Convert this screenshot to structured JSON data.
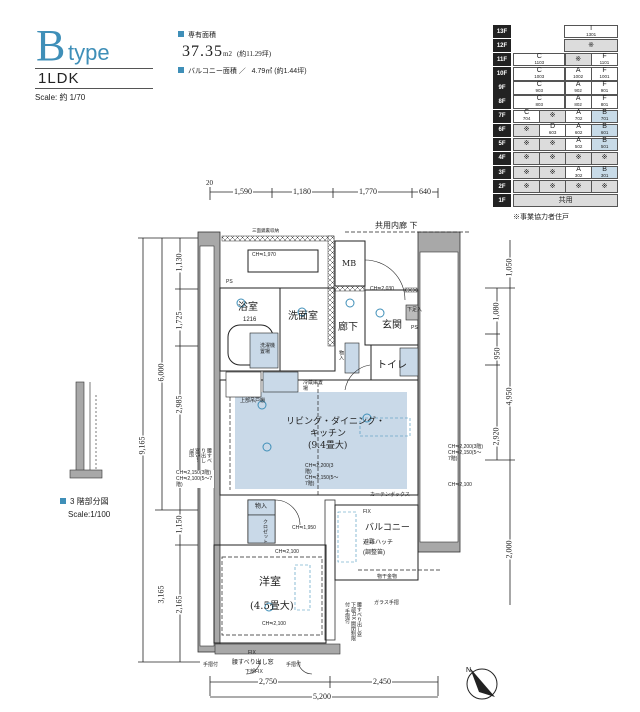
{
  "header": {
    "type_letter": "B",
    "type_word": "type",
    "layout": "1LDK",
    "scale": "Scale: 約 1/70",
    "exclusive_area_label": "専有面積",
    "exclusive_area_value": "37.35",
    "exclusive_area_unit": "m2",
    "exclusive_area_tsubo": "(約11.29坪)",
    "balcony_label": "バルコニー面積 ／",
    "balcony_value": "4.79㎡",
    "balcony_tsubo": "(約1.44坪)"
  },
  "floor_table": {
    "rows": [
      {
        "floor": "13F",
        "cells": [
          {
            "empty": true,
            "span": 2
          },
          {
            "label": "I",
            "num": "1301",
            "span": 2,
            "shade": "white"
          }
        ]
      },
      {
        "floor": "12F",
        "cells": [
          {
            "empty": true,
            "span": 2
          },
          {
            "label": "※",
            "span": 2,
            "shade": "gray"
          }
        ]
      },
      {
        "floor": "11F",
        "cells": [
          {
            "label": "C",
            "num": "1103",
            "span": 2,
            "shade": "white"
          },
          {
            "label": "※",
            "span": 1,
            "shade": "gray"
          },
          {
            "label": "F",
            "num": "1101",
            "span": 1,
            "shade": "white"
          }
        ]
      },
      {
        "floor": "10F",
        "cells": [
          {
            "label": "C",
            "num": "1003",
            "span": 2,
            "shade": "white"
          },
          {
            "label": "A",
            "num": "1002",
            "span": 1,
            "shade": "white"
          },
          {
            "label": "F",
            "num": "1001",
            "span": 1,
            "shade": "white"
          }
        ]
      },
      {
        "floor": "9F",
        "cells": [
          {
            "label": "C",
            "num": "903",
            "span": 2,
            "shade": "white"
          },
          {
            "label": "A",
            "num": "902",
            "span": 1,
            "shade": "white"
          },
          {
            "label": "F",
            "num": "901",
            "span": 1,
            "shade": "white"
          }
        ]
      },
      {
        "floor": "8F",
        "cells": [
          {
            "label": "C",
            "num": "803",
            "span": 2,
            "shade": "white"
          },
          {
            "label": "A",
            "num": "802",
            "span": 1,
            "shade": "white"
          },
          {
            "label": "F",
            "num": "801",
            "span": 1,
            "shade": "white"
          }
        ]
      },
      {
        "floor": "7F",
        "cells": [
          {
            "label": "C",
            "num": "704",
            "span": 1,
            "shade": "white"
          },
          {
            "label": "※",
            "span": 1,
            "shade": "gray"
          },
          {
            "label": "A",
            "num": "702",
            "span": 1,
            "shade": "white"
          },
          {
            "label": "B",
            "num": "701",
            "span": 1,
            "shade": "blue"
          }
        ]
      },
      {
        "floor": "6F",
        "cells": [
          {
            "label": "※",
            "span": 1,
            "shade": "gray"
          },
          {
            "label": "D",
            "num": "603",
            "span": 1,
            "shade": "white"
          },
          {
            "label": "A",
            "num": "602",
            "span": 1,
            "shade": "white"
          },
          {
            "label": "B",
            "num": "601",
            "span": 1,
            "shade": "blue"
          }
        ]
      },
      {
        "floor": "5F",
        "cells": [
          {
            "label": "※",
            "span": 1,
            "shade": "gray"
          },
          {
            "label": "※",
            "span": 1,
            "shade": "gray"
          },
          {
            "label": "A",
            "num": "502",
            "span": 1,
            "shade": "white"
          },
          {
            "label": "B",
            "num": "501",
            "span": 1,
            "shade": "blue"
          }
        ]
      },
      {
        "floor": "4F",
        "cells": [
          {
            "label": "※",
            "span": 1,
            "shade": "gray"
          },
          {
            "label": "※",
            "span": 1,
            "shade": "gray"
          },
          {
            "label": "※",
            "span": 1,
            "shade": "gray"
          },
          {
            "label": "※",
            "span": 1,
            "shade": "gray"
          }
        ]
      },
      {
        "floor": "3F",
        "cells": [
          {
            "label": "※",
            "span": 1,
            "shade": "gray"
          },
          {
            "label": "※",
            "span": 1,
            "shade": "gray"
          },
          {
            "label": "A",
            "num": "302",
            "span": 1,
            "shade": "white"
          },
          {
            "label": "B",
            "num": "301",
            "span": 1,
            "shade": "blue"
          }
        ]
      },
      {
        "floor": "2F",
        "cells": [
          {
            "label": "※",
            "span": 1,
            "shade": "gray"
          },
          {
            "label": "※",
            "span": 1,
            "shade": "gray"
          },
          {
            "label": "※",
            "span": 1,
            "shade": "gray"
          },
          {
            "label": "※",
            "span": 1,
            "shade": "gray"
          }
        ]
      },
      {
        "floor": "1F",
        "cells": [
          {
            "label": "共用",
            "span": 4,
            "shade": "gray"
          }
        ]
      }
    ],
    "note": "※事業協力者住戸"
  },
  "colors": {
    "accent": "#3f8fb8",
    "ldk_fill": "#c9d9e8",
    "blue_cell": "#c8dbe8",
    "gray_cell": "#dcdcdc",
    "wall": "#9a9a9a"
  },
  "dimensions": {
    "top": [
      "20",
      "1,590",
      "1,180",
      "1,770",
      "640"
    ],
    "bottom": [
      "2,750",
      "2,450",
      "5,200"
    ],
    "left": [
      "1,130",
      "1,725",
      "6,000",
      "2,985",
      "9,165",
      "1,150",
      "3,165",
      "2,165"
    ],
    "right": [
      "1,050",
      "1,080",
      "950",
      "4,950",
      "2,920",
      "2,000"
    ]
  },
  "rooms": {
    "corridor_top": "共用内廊 下",
    "mb": "MB",
    "bath": "浴室",
    "bath_size": "1216",
    "washroom": "洗面室",
    "hall": "廊下",
    "entrance": "玄関",
    "shoes": "下足入",
    "toilet": "トイレ",
    "ps1": "PS",
    "ps2": "PS",
    "storage_hall": "物入",
    "ldk_line1": "リビング・ダイニング・",
    "ldk_line2": "キッチン",
    "ldk_size": "(9.4畳大)",
    "storage": "物入",
    "closet": "クロゼット",
    "western": "洋室",
    "western_size": "(4.5畳大)",
    "balcony": "バルコニー",
    "evac_hatch": "避難ハッチ",
    "evac_hatch2": "(調整笛)",
    "fridge": "冷蔵庫置場",
    "washer": "洗濯機置場",
    "shelf": "三面鏡裏収納",
    "wall_cab": "上部吊戸棚",
    "curtain_box": "カーテンボックス",
    "glass_rail": "ガラス手摺",
    "hanger": "物干金物",
    "fix_top": "FIX",
    "fix_bottom": "FIX",
    "handrail_l": "手摺付",
    "handrail_r": "手摺付",
    "window_bottom": "腰すべり出し窓",
    "window_bottom2": "下部FIX",
    "window_side": "腰すべり出し窓(5〜7階)",
    "window_right": "腰すべり出し窓 下部FIX 開閉制限付 手摺付"
  },
  "ceiling_heights": {
    "ch1970": "CH≒1,970",
    "ch2030": "CH≒2,030",
    "ch_left": "CH≒2,150(3階) CH≒2,100(5〜7階)",
    "ch_mid": "CH≒2,200(3階) CH≒2,150(5〜7階)",
    "ch_right1": "CH≒2,200(3階) CH≒2,150(5〜7階)",
    "ch_right2": "CH≒2,100",
    "ch1950": "CH≒1,950",
    "ch2100a": "CH≒2,100",
    "ch2100b": "CH≒2,100"
  },
  "inset": {
    "title": "3 階部分図",
    "scale": "Scale:1/100"
  }
}
